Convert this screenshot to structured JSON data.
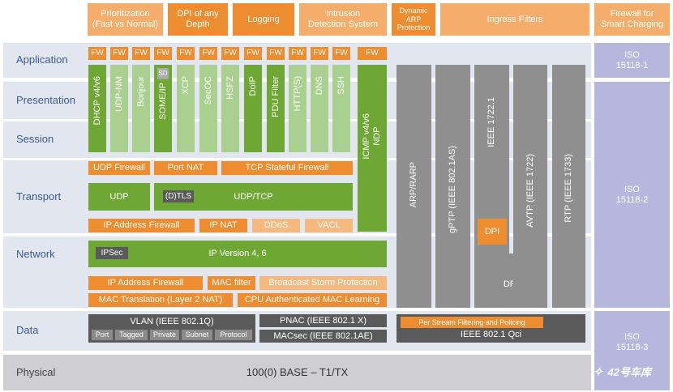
{
  "headers": [
    "Prioritization\n(Fast vs Normal)",
    "DPI of any\nDepth",
    "Logging",
    "Intrusion\nDetection System",
    "Dynamic\nARP\nProtection",
    "Ingress Filters",
    "Firewall for\nSmart Charging"
  ],
  "layers": {
    "application": "Application",
    "presentation": "Presentation",
    "session": "Session",
    "transport": "Transport",
    "network": "Network",
    "data": "Data",
    "physical": "Physical"
  },
  "fw_label": "FW",
  "app_protocols": [
    "DHCP v4/v6",
    "UDP-NM",
    "Bonjour",
    "SOME/IP",
    "XCP",
    "SecOC",
    "HSFZ",
    "DoIP",
    "PDU Filter",
    "HTTP(S)",
    "DNS",
    "SSH"
  ],
  "sd_label": "SD",
  "icmp": "ICMP v4/v6\nNDP",
  "udp_firewall": "UDP Firewall",
  "port_nat": "Port NAT",
  "tcp_stateful": "TCP Stateful Firewall",
  "udp": "UDP",
  "dtls": "(D)TLS",
  "udp_tcp": "UDP/TCP",
  "ip_addr_fw": "IP Address Firewall",
  "ip_nat": "IP NAT",
  "ddos": "DDoS",
  "vacl": "VACL",
  "ipsec": "IPSec",
  "ip_version": "IP Version 4, 6",
  "ip_addr_fw2": "IP Address Firewall",
  "mac_filter": "MAC filter",
  "broadcast": "Broadcast Storm Protection",
  "mac_translation": "MAC Translation (Layer 2 NAT)",
  "cpu_mac": "CPU Authenticated MAC Learning",
  "vlan": "VLAN (IEEE 802.1Q)",
  "vlan_chips": [
    "Port",
    "Tagged",
    "Private",
    "Subnet",
    "Protocol"
  ],
  "pnac": "PNAC (IEEE 802.1 X)",
  "macsec": "MACsec (IEEE 802.1AE)",
  "per_stream": "Per Stream Filtering and Policing",
  "qci": "IEEE 802.1 Qci",
  "arp_rarp": "ARP/RARP",
  "gptp": "gPTP (IEEE 802.1AS)",
  "ieee_1722_1": "IEEE 1722.1",
  "avtp": "AVTP (IEEE 1722)",
  "rtp": "RTP (IEEE 1733)",
  "dpi1": "DPI",
  "dpi2": "DPI",
  "iso1": "ISO\n15118-1",
  "iso2": "ISO\n15118-2",
  "iso3": "ISO\n15118-3",
  "physical_value": "100(0) BASE – T1/TX",
  "watermark": "42号车库",
  "colors": {
    "orange": "#ee8c30",
    "light_orange": "#f5ad6b",
    "green": "#6fa734",
    "light_green": "#a9d08e",
    "gray": "#8f8f8f",
    "lavender": "#b5b8dc",
    "band": "#e2e6ef"
  }
}
